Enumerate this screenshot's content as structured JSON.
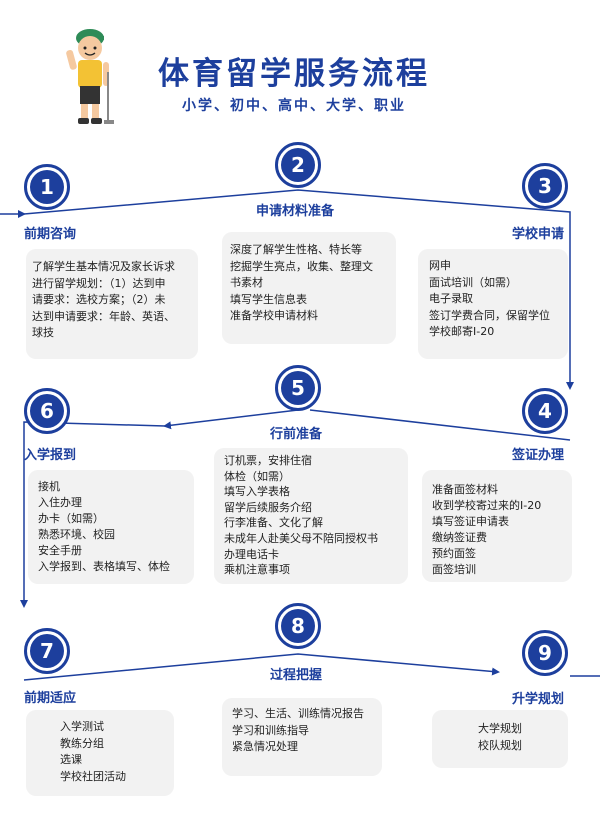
{
  "header": {
    "title": "体育留学服务流程",
    "subtitle": "小学、初中、高中、大学、职业"
  },
  "steps": [
    {
      "num": "1",
      "label": "前期咨询",
      "lines": [
        "了解学生基本情况及家长诉求",
        "进行留学规划：（1）达到申",
        "请要求：选校方案；（2）未",
        "达到申请要求：年龄、英语、",
        "球技"
      ]
    },
    {
      "num": "2",
      "label": "申请材料准备",
      "lines": [
        "深度了解学生性格、特长等",
        "挖掘学生亮点，收集、整理文",
        "书素材",
        "填写学生信息表",
        "准备学校申请材料"
      ]
    },
    {
      "num": "3",
      "label": "学校申请",
      "lines": [
        "网申",
        "面试培训（如需）",
        "电子录取",
        "签订学费合同，保留学位",
        "学校邮寄I-20"
      ]
    },
    {
      "num": "4",
      "label": "签证办理",
      "lines": [
        "准备面签材料",
        "收到学校寄过来的I-20",
        "填写签证申请表",
        "缴纳签证费",
        "预约面签",
        "面签培训"
      ]
    },
    {
      "num": "5",
      "label": "行前准备",
      "lines": [
        "订机票，安排住宿",
        "体检（如需）",
        "填写入学表格",
        "留学后续服务介绍",
        "行李准备、文化了解",
        "未成年人赴美父母不陪同授权书",
        "办理电话卡",
        "乘机注意事项"
      ]
    },
    {
      "num": "6",
      "label": "入学报到",
      "lines": [
        "接机",
        "入住办理",
        "办卡（如需）",
        "熟悉环境、校园",
        "安全手册",
        "入学报到、表格填写、体检"
      ]
    },
    {
      "num": "7",
      "label": "前期适应",
      "lines": [
        "入学测试",
        "教练分组",
        "选课",
        "学校社团活动"
      ]
    },
    {
      "num": "8",
      "label": "过程把握",
      "lines": [
        "学习、生活、训练情况报告",
        "学习和训练指导",
        "紧急情况处理"
      ]
    },
    {
      "num": "9",
      "label": "升学规划",
      "lines": [
        "大学规划",
        "校队规划"
      ]
    }
  ]
}
